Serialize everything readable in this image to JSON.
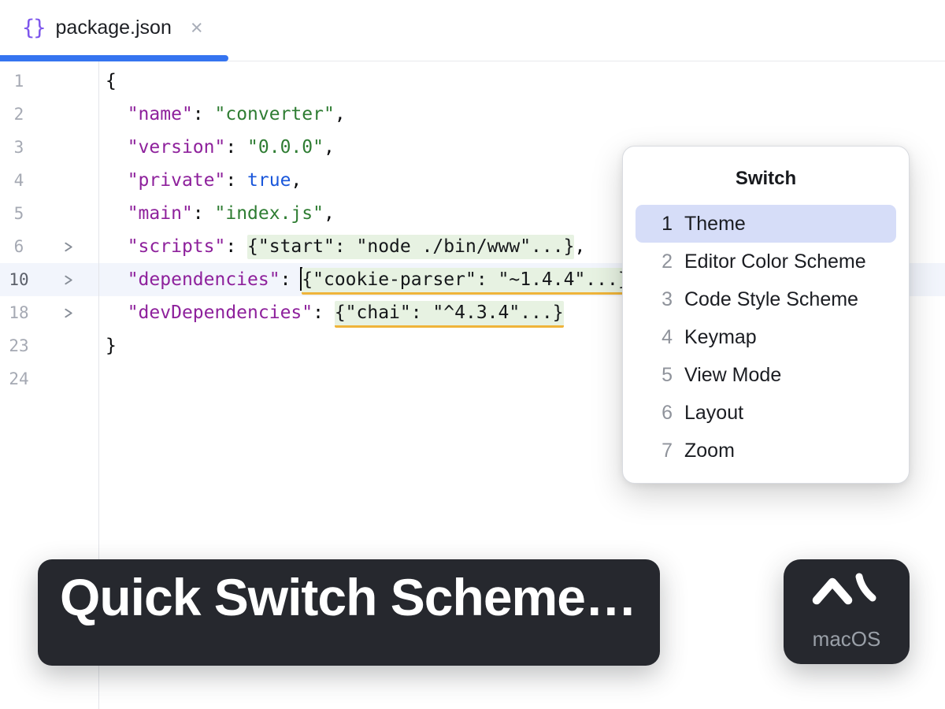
{
  "colors": {
    "accent": "#3574f0",
    "tab_icon": "#7d56ec",
    "json_key": "#8e219c",
    "string": "#2f7d33",
    "keyword": "#1a57db",
    "folded_bg": "#e7f2e2",
    "warn": "#efb43a",
    "selection": "#d6ddf8",
    "cur_line": "#f2f5fc",
    "hud": "#26282e"
  },
  "tab": {
    "icon": "{}",
    "title": "package.json",
    "close": "×"
  },
  "editor": {
    "lines": [
      {
        "num": "1",
        "chevron": false,
        "current": false,
        "segments": [
          {
            "type": "plain",
            "text": "{"
          }
        ]
      },
      {
        "num": "2",
        "chevron": false,
        "current": false,
        "segments": [
          {
            "type": "plain",
            "text": "  "
          },
          {
            "type": "key",
            "text": "\"name\""
          },
          {
            "type": "plain",
            "text": ": "
          },
          {
            "type": "string",
            "text": "\"converter\""
          },
          {
            "type": "plain",
            "text": ","
          }
        ]
      },
      {
        "num": "3",
        "chevron": false,
        "current": false,
        "segments": [
          {
            "type": "plain",
            "text": "  "
          },
          {
            "type": "key",
            "text": "\"version\""
          },
          {
            "type": "plain",
            "text": ": "
          },
          {
            "type": "string",
            "text": "\"0.0.0\""
          },
          {
            "type": "plain",
            "text": ","
          }
        ]
      },
      {
        "num": "4",
        "chevron": false,
        "current": false,
        "segments": [
          {
            "type": "plain",
            "text": "  "
          },
          {
            "type": "key",
            "text": "\"private\""
          },
          {
            "type": "plain",
            "text": ": "
          },
          {
            "type": "keyword",
            "text": "true"
          },
          {
            "type": "plain",
            "text": ","
          }
        ]
      },
      {
        "num": "5",
        "chevron": false,
        "current": false,
        "segments": [
          {
            "type": "plain",
            "text": "  "
          },
          {
            "type": "key",
            "text": "\"main\""
          },
          {
            "type": "plain",
            "text": ": "
          },
          {
            "type": "string",
            "text": "\"index.js\""
          },
          {
            "type": "plain",
            "text": ","
          }
        ]
      },
      {
        "num": "6",
        "chevron": true,
        "current": false,
        "segments": [
          {
            "type": "plain",
            "text": "  "
          },
          {
            "type": "key",
            "text": "\"scripts\""
          },
          {
            "type": "plain",
            "text": ": "
          },
          {
            "type": "folded",
            "text": "{\"start\": \"node ./bin/www\"...}"
          },
          {
            "type": "plain",
            "text": ","
          }
        ]
      },
      {
        "num": "10",
        "chevron": true,
        "current": true,
        "segments": [
          {
            "type": "plain",
            "text": "  "
          },
          {
            "type": "key",
            "text": "\"dependencies\""
          },
          {
            "type": "plain",
            "text": ": "
          },
          {
            "type": "caret",
            "text": ""
          },
          {
            "type": "folded-warn",
            "text": "{\"cookie-parser\": \"~1.4.4\"...}"
          },
          {
            "type": "plain",
            "text": ","
          }
        ]
      },
      {
        "num": "18",
        "chevron": true,
        "current": false,
        "segments": [
          {
            "type": "plain",
            "text": "  "
          },
          {
            "type": "key",
            "text": "\"devDependencies\""
          },
          {
            "type": "plain",
            "text": ": "
          },
          {
            "type": "folded-warn",
            "text": "{\"chai\": \"^4.3.4\"...}"
          }
        ]
      },
      {
        "num": "23",
        "chevron": false,
        "current": false,
        "segments": [
          {
            "type": "plain",
            "text": "}"
          }
        ]
      },
      {
        "num": "24",
        "chevron": false,
        "current": false,
        "segments": []
      }
    ]
  },
  "popup": {
    "title": "Switch",
    "items": [
      {
        "key": "1",
        "label": "Theme",
        "selected": true
      },
      {
        "key": "2",
        "label": "Editor Color Scheme",
        "selected": false
      },
      {
        "key": "3",
        "label": "Code Style Scheme",
        "selected": false
      },
      {
        "key": "4",
        "label": "Keymap",
        "selected": false
      },
      {
        "key": "5",
        "label": "View Mode",
        "selected": false
      },
      {
        "key": "6",
        "label": "Layout",
        "selected": false
      },
      {
        "key": "7",
        "label": "Zoom",
        "selected": false
      }
    ]
  },
  "hud": {
    "action": "Quick Switch Scheme…",
    "shortcut": {
      "keys": "⌃`",
      "os": "macOS"
    }
  }
}
